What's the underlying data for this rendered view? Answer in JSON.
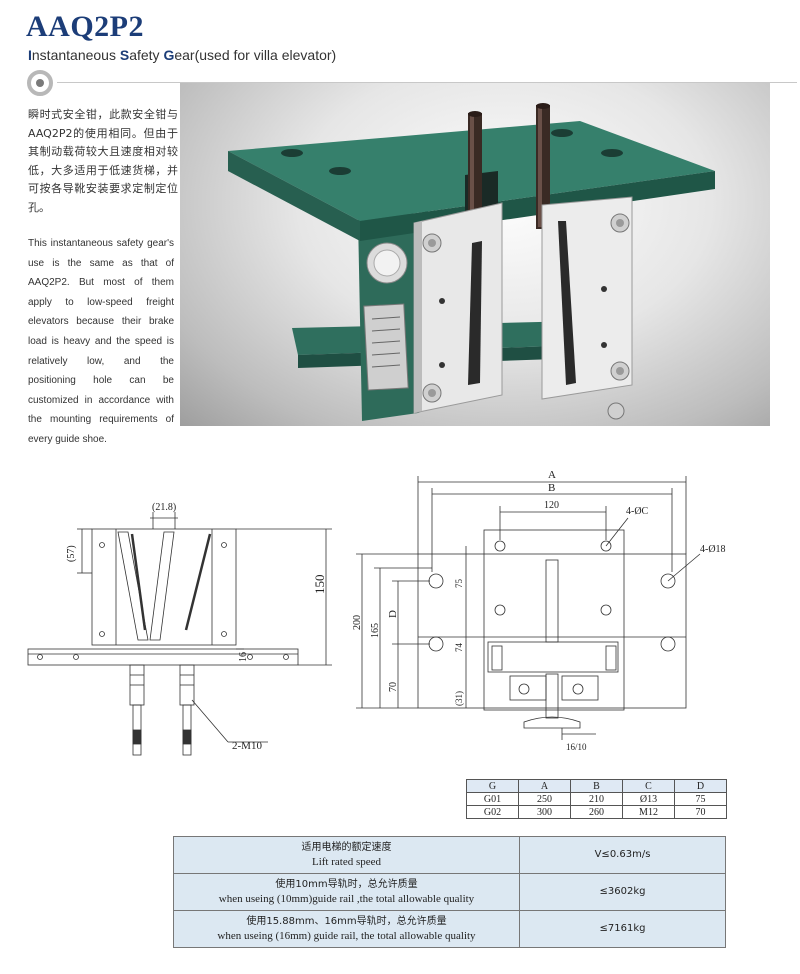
{
  "header": {
    "title": "AAQ2P2",
    "subtitle": {
      "w1_first": "I",
      "w1_rest": "nstantaneous ",
      "w2_first": "S",
      "w2_rest": "afety ",
      "w3_first": "G",
      "w3_rest": "ear(used for villa elevator)"
    }
  },
  "description": {
    "zh": "瞬时式安全钳，此款安全钳与AAQ2P2的使用相同。但由于其制动载荷较大且速度相对较低，大多适用于低速货梯，并可按各导靴安装要求定制定位孔。",
    "en": "This instantaneous safety gear's use is the same as that of AAQ2P2. But most of them apply to low-speed freight elevators because their brake load is heavy and the speed is relatively low, and the positioning hole can be customized in accordance with the mounting requirements of every guide shoe."
  },
  "drawing": {
    "labels": {
      "dim_21_8": "(21.8)",
      "dim_57": "(57)",
      "dim_150": "150",
      "dim_16": "16",
      "thread": "2-M10",
      "A": "A",
      "B": "B",
      "dim_120": "120",
      "holes_c": "4-ØC",
      "holes_18": "4-Ø18",
      "dim_200": "200",
      "dim_165": "165",
      "D": "D",
      "dim_75": "75",
      "dim_74": "74",
      "dim_70": "70",
      "dim_31": "(31)",
      "rail": "16/10"
    }
  },
  "dimensions_table": {
    "headers": [
      "G",
      "A",
      "B",
      "C",
      "D"
    ],
    "rows": [
      [
        "G01",
        "250",
        "210",
        "Ø13",
        "75"
      ],
      [
        "G02",
        "300",
        "260",
        "M12",
        "70"
      ]
    ]
  },
  "spec_table": {
    "rows": [
      {
        "zh": "适用电梯的额定速度",
        "en": "Lift rated speed",
        "value": "V≤0.63m/s"
      },
      {
        "zh": "使用10mm导轨时，总允许质量",
        "en": "when useing (10mm)guide rail ,the total allowable quality",
        "value": "≤3602kg"
      },
      {
        "zh": "使用15.88mm、16mm导轨时，总允许质量",
        "en": "when useing (16mm) guide rail, the total allowable quality",
        "value": "≤7161kg"
      }
    ]
  },
  "colors": {
    "title": "#1c3d78",
    "machine_green": "#2f6f5e",
    "table_header_bg": "#dfe9f4",
    "spec_bg": "#dce8f2"
  }
}
